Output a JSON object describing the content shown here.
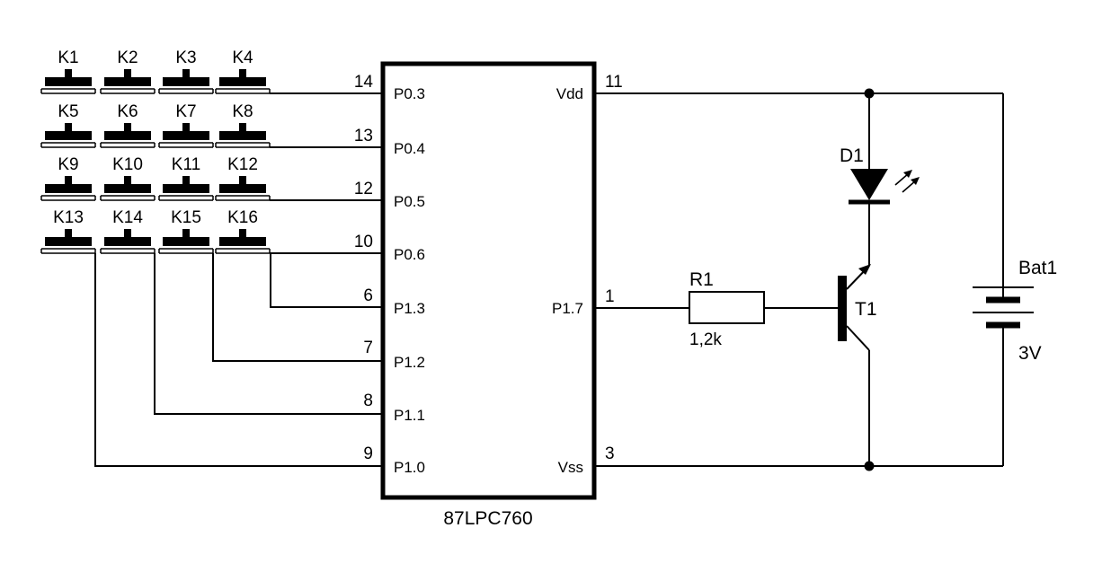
{
  "ic": {
    "name": "87LPC760",
    "left_pins": [
      {
        "num": "14",
        "name": "P0.3"
      },
      {
        "num": "13",
        "name": "P0.4"
      },
      {
        "num": "12",
        "name": "P0.5"
      },
      {
        "num": "10",
        "name": "P0.6"
      },
      {
        "num": "6",
        "name": "P1.3"
      },
      {
        "num": "7",
        "name": "P1.2"
      },
      {
        "num": "8",
        "name": "P1.1"
      },
      {
        "num": "9",
        "name": "P1.0"
      }
    ],
    "right_pins": {
      "vdd": {
        "num": "11",
        "name": "Vdd"
      },
      "p17": {
        "num": "1",
        "name": "P1.7"
      },
      "vss": {
        "num": "3",
        "name": "Vss"
      }
    }
  },
  "keys": [
    "K1",
    "K2",
    "K3",
    "K4",
    "K5",
    "K6",
    "K7",
    "K8",
    "K9",
    "K10",
    "K11",
    "K12",
    "K13",
    "K14",
    "K15",
    "K16"
  ],
  "resistor": {
    "name": "R1",
    "value": "1,2k"
  },
  "led": {
    "name": "D1"
  },
  "transistor": {
    "name": "T1"
  },
  "battery": {
    "name": "Bat1",
    "value": "3V"
  }
}
